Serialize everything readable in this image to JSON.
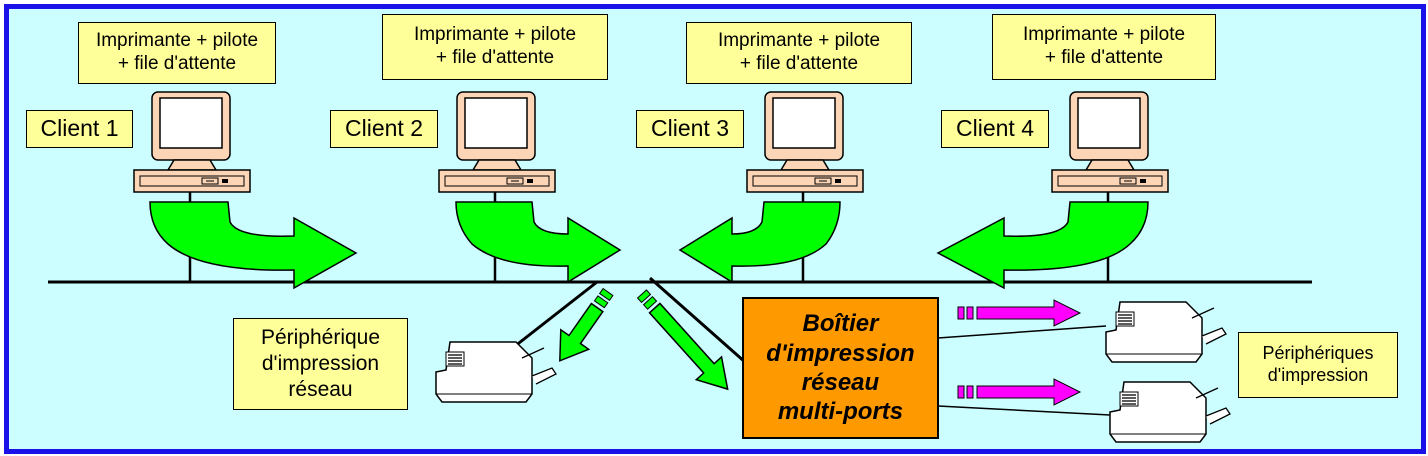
{
  "colors": {
    "frame_border": "#1a10e8",
    "background": "#ccfeff",
    "label_fill": "#ffff99",
    "device_fill": "#ff9900",
    "arrow_green": "#00ff00",
    "arrow_magenta": "#ff00ff",
    "computer_fill": "#fbd5b5"
  },
  "clients": [
    {
      "queue_label": "Imprimante + pilote\n+ file d'attente",
      "name": "Client 1"
    },
    {
      "queue_label": "Imprimante + pilote\n+ file d'attente",
      "name": "Client 2"
    },
    {
      "queue_label": "Imprimante + pilote\n+ file d'attente",
      "name": "Client 3"
    },
    {
      "queue_label": "Imprimante + pilote\n+ file d'attente",
      "name": "Client 4"
    }
  ],
  "network_printer_label": "Périphérique\nd'impression\nréseau",
  "print_server_label": "Boîtier\nd'impression\nréseau\nmulti-ports",
  "printers_label": "Périphériques\nd'impression",
  "icons": [
    "computer-icon",
    "printer-icon",
    "flow-arrow-icon",
    "print-job-arrow-icon"
  ]
}
